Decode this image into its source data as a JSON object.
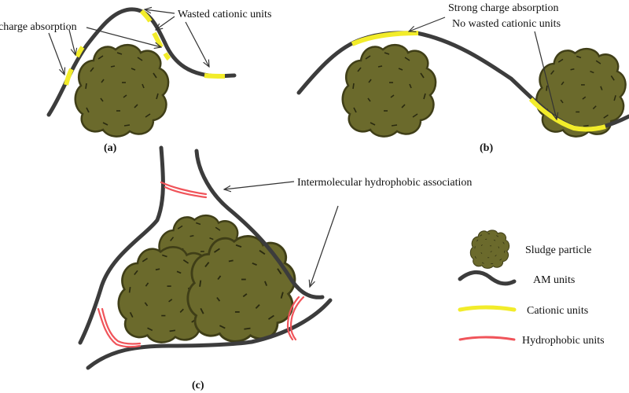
{
  "panels": {
    "a": {
      "label": "(a)",
      "annotations": {
        "charge_absorption": "charge absorption",
        "wasted_cationic": "Wasted cationic units"
      }
    },
    "b": {
      "label": "(b)",
      "annotations": {
        "strong_charge": "Strong charge absorption",
        "no_wasted": "No wasted cationic units"
      }
    },
    "c": {
      "label": "(c)",
      "annotations": {
        "hydrophobic_association": "Intermolecular hydrophobic association"
      }
    }
  },
  "legend": {
    "items": [
      {
        "key": "sludge",
        "label": "Sludge particle"
      },
      {
        "key": "am",
        "label": "AM units"
      },
      {
        "key": "cationic",
        "label": "Cationic units"
      },
      {
        "key": "hydrophobic",
        "label": "Hydrophobic units"
      }
    ]
  },
  "colors": {
    "sludge_fill": "#6b6a2c",
    "sludge_stroke": "#3f3e17",
    "am": "#3c3c3c",
    "cationic": "#f2ec2a",
    "hydrophobic": "#f0545a",
    "text": "#111111"
  }
}
